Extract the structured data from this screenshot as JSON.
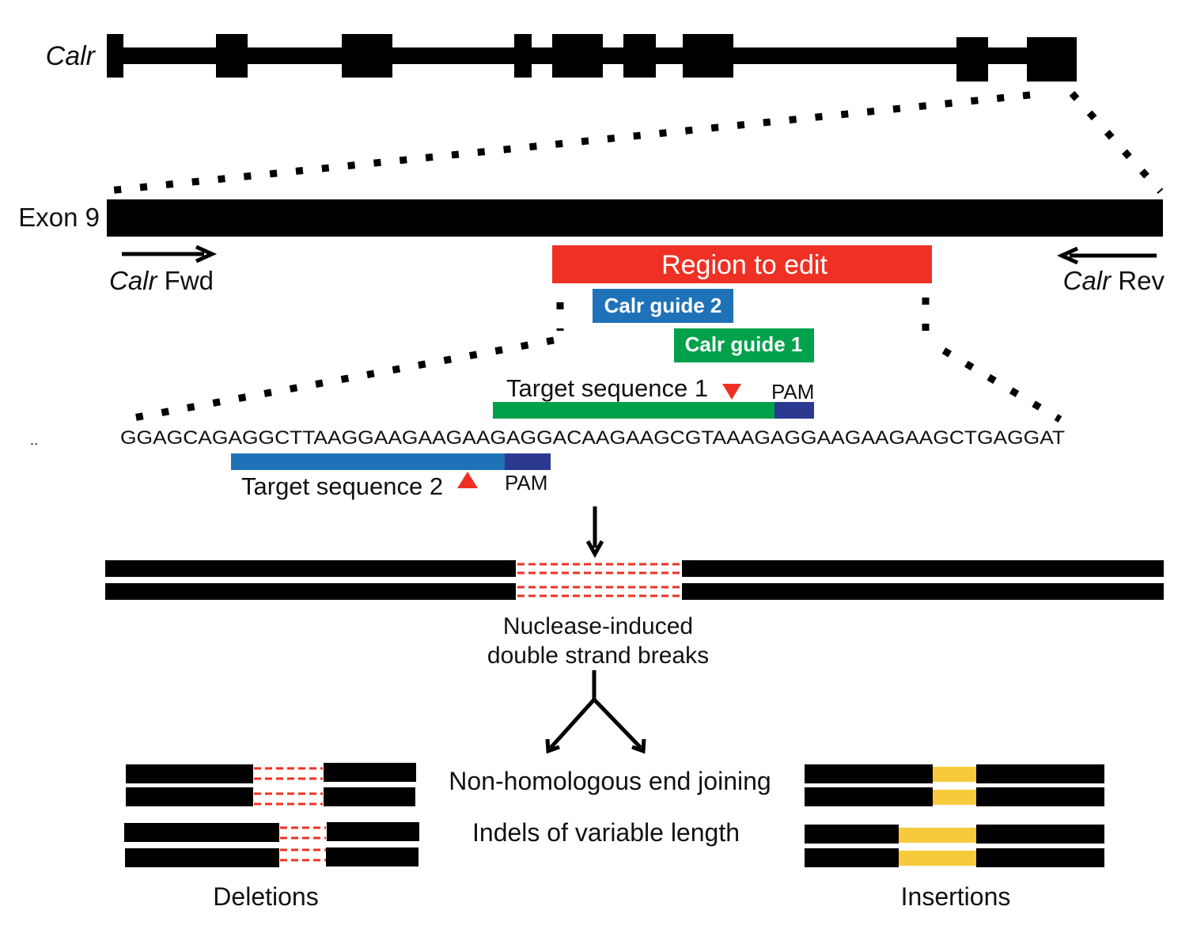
{
  "gene": {
    "name": "Calr",
    "exon_count": 9,
    "colors": {
      "gene_structure": "#000000"
    }
  },
  "exon9": {
    "label": "Exon 9",
    "primer_forward": {
      "gene": "Calr",
      "suffix": " Fwd",
      "direction": "forward"
    },
    "primer_reverse": {
      "gene": "Calr",
      "suffix": " Rev",
      "direction": "reverse"
    }
  },
  "region": {
    "label": "Region to edit",
    "color": "#ee3124"
  },
  "guides": [
    {
      "label": "Calr guide 2",
      "color": "#1f72b8"
    },
    {
      "label": "Calr guide 1",
      "color": "#00a14b"
    }
  ],
  "sequence": {
    "prefix": "..",
    "text": "GGAGCAGAGGCTTAAGGAAGAAGAAGAGGACAAGAAGCGTAAAGAGGAAGAAGAAGCTGAGGAT"
  },
  "targets": [
    {
      "label": "Target sequence 1",
      "pam_label": "PAM",
      "color": "#00a14b",
      "pam_color": "#2b3990",
      "cut_marker": "down-triangle"
    },
    {
      "label": "Target sequence 2",
      "pam_label": "PAM",
      "color": "#1f72b8",
      "pam_color": "#2b3990",
      "cut_marker": "up-triangle"
    }
  ],
  "dsb": {
    "label_line1": "Nuclease-induced",
    "label_line2": "double strand breaks",
    "break_color": "#ee3124"
  },
  "repair": {
    "pathway": "Non-homologous end joining",
    "outcome": "Indels of variable length",
    "deletions_label": "Deletions",
    "insertions_label": "Insertions",
    "insertion_color": "#f7ca3b",
    "deletion_color": "#ee3124"
  },
  "colors": {
    "cut_marker": "#ee3124"
  }
}
